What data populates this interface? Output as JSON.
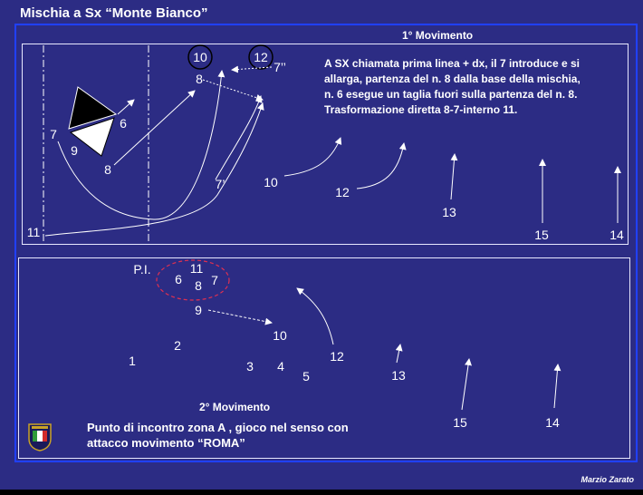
{
  "title": "Mischia a Sx “Monte Bianco”",
  "panel1": {
    "heading": "1° Movimento",
    "description": [
      "A SX  chiamata prima linea + dx, il 7 introduce e si",
      "allarga,  partenza del n. 8 dalla base della mischia,",
      "n. 6 esegue un  taglia fuori  sulla partenza del n. 8.",
      "Trasformazione diretta 8-7-interno 11."
    ],
    "circled_numbers": [
      "10",
      "12"
    ],
    "labels": {
      "seven_dd": "7’’",
      "eight_top": "8",
      "six": "6",
      "seven_left": "7",
      "nine": "9",
      "eight_bottom": "8",
      "seven_p": "7’",
      "ten": "10",
      "twelve": "12",
      "thirteen": "13",
      "fifteen": "15",
      "fourteen": "14",
      "eleven": "11"
    }
  },
  "panel2": {
    "heading": "2° Movimento",
    "description": [
      "Punto di incontro zona A , gioco nel senso con",
      "attacco movimento “ROMA”"
    ],
    "labels": {
      "pi": "P.I.",
      "eleven": "11",
      "six": "6",
      "eight": "8",
      "seven": "7",
      "nine": "9",
      "ten": "10",
      "two": "2",
      "one": "1",
      "three": "3",
      "four": "4",
      "five": "5",
      "twelve": "12",
      "thirteen": "13",
      "fifteen": "15",
      "fourteen": "14"
    }
  },
  "signature": "Marzio Zarato",
  "colors": {
    "background": "#2c2c84",
    "frame": "#2040ff",
    "text": "#ffffff",
    "ellipse": "#e03050",
    "black_triangle": "#000000",
    "white_triangle": "#ffffff"
  },
  "icons": {
    "logo": "fir-shield-icon"
  }
}
